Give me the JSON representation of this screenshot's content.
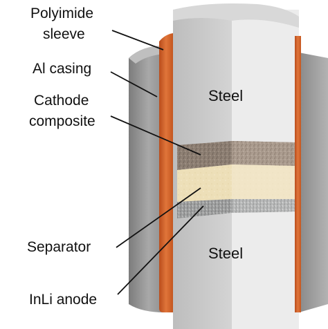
{
  "labels": {
    "polyimide_line1": "Polyimide",
    "polyimide_line2": "sleeve",
    "al_casing": "Al casing",
    "cathode_line1": "Cathode",
    "cathode_line2": "composite",
    "separator": "Separator",
    "anode": "InLi anode",
    "steel_top": "Steel",
    "steel_bottom": "Steel"
  },
  "colors": {
    "background": "#ffffff",
    "al_casing": "#9a9a9a",
    "al_casing_shade": "#6f6f6f",
    "polyimide": "#d9662a",
    "steel_light": "#e6e6e6",
    "steel_dark": "#c9c9c9",
    "cathode": "#8f8074",
    "separator": "#efe2bd",
    "anode": "#a9aaaa",
    "leader": "#111111"
  }
}
